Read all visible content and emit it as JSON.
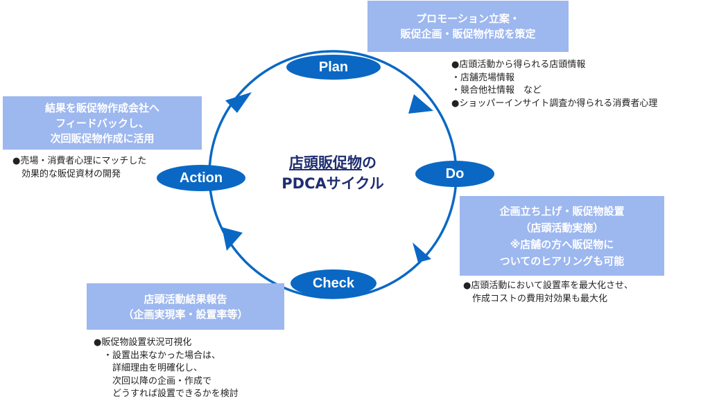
{
  "colors": {
    "cycle": "#0a68c4",
    "box": "#9db7ef",
    "title": "#1f2d70"
  },
  "center": {
    "title_part1": "店頭販促物",
    "title_part2": "の",
    "title_line2": "PDCAサイクル"
  },
  "phases": {
    "plan": "Plan",
    "do": "Do",
    "check": "Check",
    "action": "Action"
  },
  "plan_box": {
    "lines": [
      "プロモーション立案・",
      "販促企画・販促物作成を策定"
    ]
  },
  "plan_notes": [
    "●店頭活動から得られる店頭情報",
    "・店舗売場情報",
    "・競合他社情報　など",
    "●ショッパーインサイト調査か得られる消費者心理"
  ],
  "do_box": {
    "lines": [
      "企画立ち上げ・販促物設置",
      "（店頭活動実施）",
      "※店舗の方へ販促物に",
      "ついてのヒアリングも可能"
    ]
  },
  "do_notes": [
    "●店頭活動において設置率を最大化させ、",
    "作成コストの費用対効果も最大化"
  ],
  "check_box": {
    "lines": [
      "店頭活動結果報告",
      "（企画実現率・設置率等）"
    ]
  },
  "check_notes": [
    "●販促物設置状況可視化",
    "・設置出来なかった場合は、",
    "詳細理由を明確化し、",
    "次回以降の企画・作成で",
    "どうすれば設置できるかを検討"
  ],
  "action_box": {
    "lines": [
      "結果を販促物作成会社へ",
      "フィードバックし、",
      "次回販促物作成に活用"
    ]
  },
  "action_notes": [
    "●売場・消費者心理にマッチした",
    "効果的な販促資材の開発"
  ]
}
